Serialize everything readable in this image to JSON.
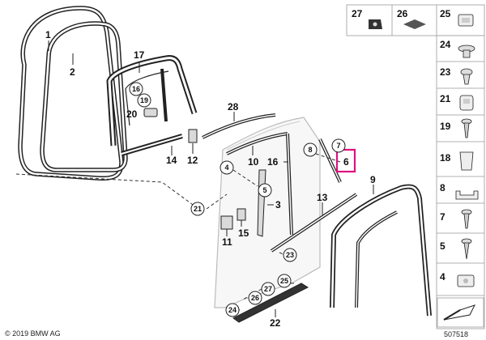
{
  "copyright": "© 2019 BMW AG",
  "diagram_number": "507518",
  "highlighted_part": "6",
  "main_labels": [
    "1",
    "2",
    "17",
    "28",
    "20",
    "14",
    "12",
    "10",
    "16",
    "6",
    "3",
    "9",
    "13",
    "11",
    "15",
    "22"
  ],
  "circled_labels": [
    "16",
    "19",
    "4",
    "8",
    "7",
    "21",
    "5",
    "23",
    "27",
    "26",
    "25",
    "24"
  ],
  "sidebar_parts": [
    "27",
    "26",
    "25",
    "24",
    "23",
    "21",
    "19",
    "18",
    "8",
    "7",
    "5",
    "4"
  ],
  "colors": {
    "highlight": "#e0107f",
    "line": "#222222",
    "part_gray": "#dadada"
  }
}
